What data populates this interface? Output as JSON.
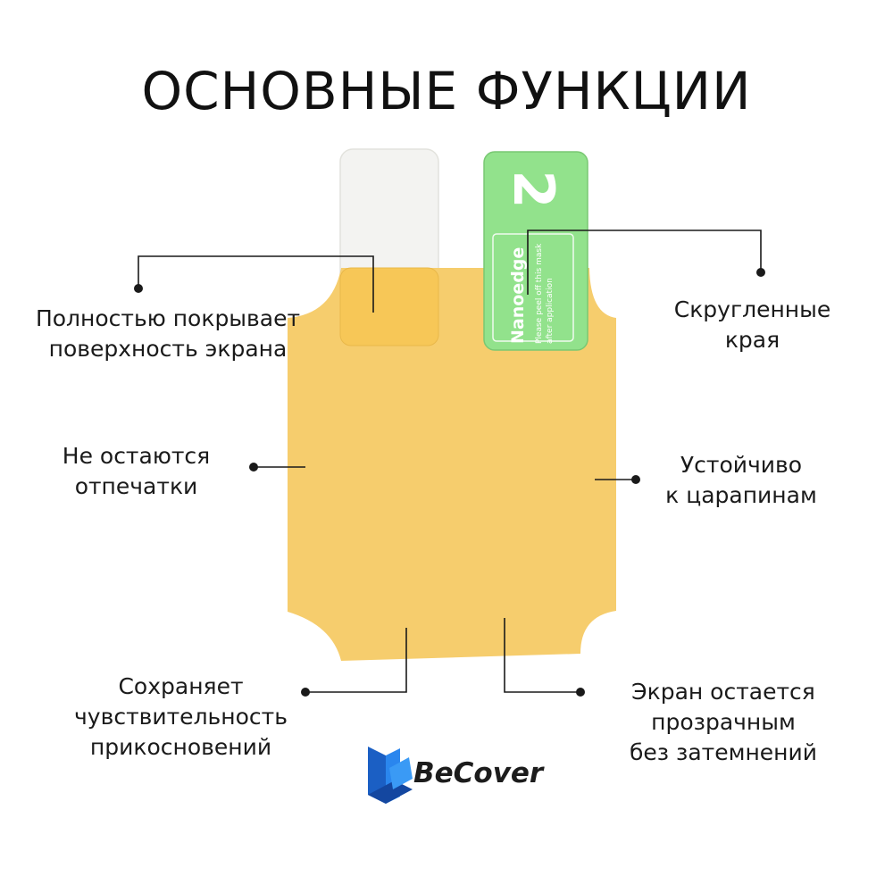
{
  "title": "ОСНОВНЫЕ ФУНКЦИИ",
  "features": {
    "cover": [
      "Полностью покрывает",
      "поверхность экрана"
    ],
    "rounded": [
      "Скругленные",
      "края"
    ],
    "prints": [
      "Не остаются",
      "отпечатки"
    ],
    "scratch": [
      "Устойчиво",
      "к царапинам"
    ],
    "touch": [
      "Сохраняет",
      "чувствительность",
      "прикосновений"
    ],
    "clear": [
      "Экран остается",
      "прозрачным",
      "без затемнений"
    ]
  },
  "sticker": {
    "number": "2",
    "brand": "Nanoedge",
    "instruction_line1": "Please peel off this mask",
    "instruction_line2": "after application"
  },
  "logo": {
    "text": "BeCover"
  },
  "colors": {
    "film": "#f7cf6e",
    "tab_green": "#8fe08a",
    "tab_white": "#f4f4f2",
    "logo_blue": "#1e6fd9",
    "line": "#1a1a1a"
  }
}
